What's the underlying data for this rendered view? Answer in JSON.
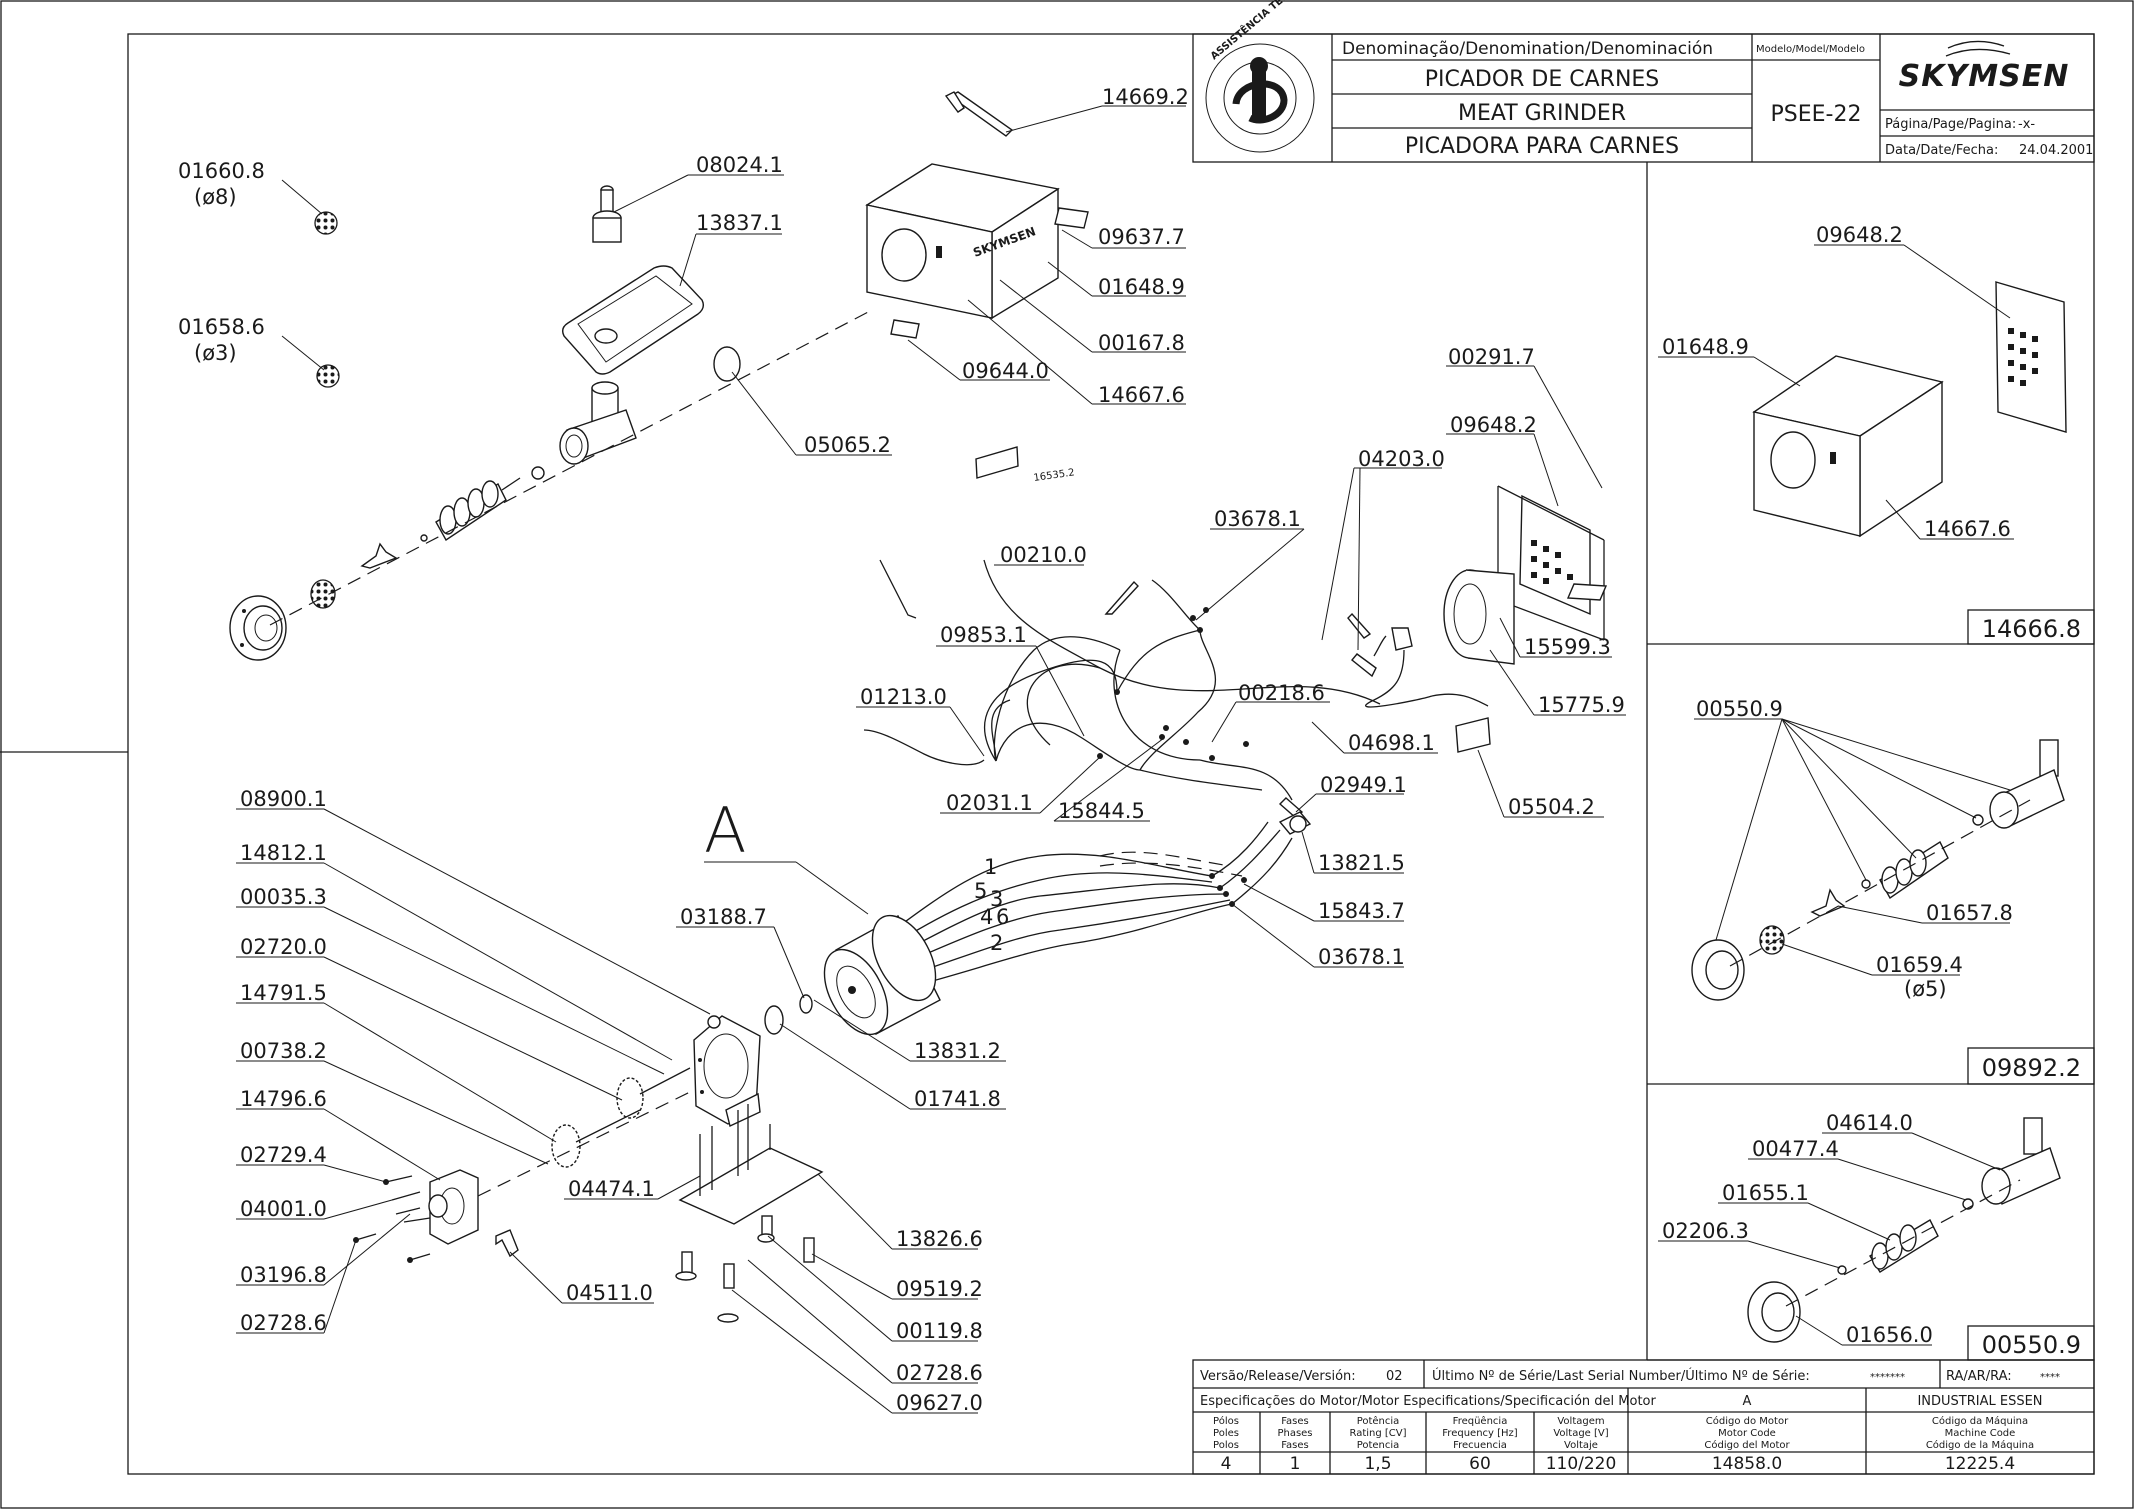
{
  "title_block": {
    "denomination_header": "Denominação/Denomination/Denominación",
    "model_header": "Modelo/Model/Modelo",
    "name_pt": "PICADOR DE CARNES",
    "name_en": "MEAT GRINDER",
    "name_es": "PICADORA PARA CARNES",
    "model": "PSEE-22",
    "brand": "SKYMSEN",
    "page_label": "Página/Page/Pagina:",
    "page_value": "-x-",
    "date_label": "Data/Date/Fecha:",
    "date_value": "24.04.2001",
    "seal_text": "ASSISTÊNCIA TÉCNICA AUTORIZADA"
  },
  "main_labels": [
    "14669.2",
    "01660.8",
    "(ø8)",
    "08024.1",
    "13837.1",
    "09637.7",
    "01648.9",
    "00167.8",
    "09644.0",
    "14667.6",
    "01658.6",
    "(ø3)",
    "05065.2",
    "16535.2",
    "00291.7",
    "09648.2",
    "04203.0",
    "03678.1",
    "00210.0",
    "09853.1",
    "15599.3",
    "01213.0",
    "00218.6",
    "15775.9",
    "04698.1",
    "02031.1",
    "15844.5",
    "02949.1",
    "05504.2",
    "13821.5",
    "A",
    "03188.7",
    "15843.7",
    "03678.1",
    "08900.1",
    "14812.1",
    "00035.3",
    "02720.0",
    "14791.5",
    "00738.2",
    "14796.6",
    "02729.4",
    "04001.0",
    "03196.8",
    "02728.6",
    "13831.2",
    "01741.8",
    "04474.1",
    "13826.6",
    "04511.0",
    "09519.2",
    "00119.8",
    "02728.6",
    "09627.0"
  ],
  "wire_numbers": [
    "1",
    "5",
    "3",
    "4",
    "6",
    "2"
  ],
  "insets": [
    {
      "code": "14666.8",
      "labels": [
        "09648.2",
        "01648.9",
        "14667.6"
      ]
    },
    {
      "code": "09892.2",
      "labels": [
        "00550.9",
        "01657.8",
        "01659.4",
        "(ø5)"
      ]
    },
    {
      "code": "00550.9",
      "labels": [
        "04614.0",
        "00477.4",
        "01655.1",
        "02206.3",
        "01656.0"
      ]
    }
  ],
  "footer": {
    "release_label": "Versão/Release/Versión:",
    "release_value": "02",
    "serial_label": "Último Nº de Série/Last Serial Number/Último Nº de Série:",
    "serial_value": "*******",
    "ra_label": "RA/AR/RA:",
    "ra_value": "****",
    "motor_spec_label": "Especificações do Motor/Motor Especifications/Specificación del Motor",
    "motor_letter": "A",
    "motor_maker": "INDUSTRIAL ESSEN",
    "columns": [
      [
        "Pólos",
        "Poles",
        "Polos"
      ],
      [
        "Fases",
        "Phases",
        "Fases"
      ],
      [
        "Potência",
        "Rating [CV]",
        "Potencia"
      ],
      [
        "Freqüência",
        "Frequency [Hz]",
        "Frecuencia"
      ],
      [
        "Voltagem",
        "Voltage [V]",
        "Voltaje"
      ],
      [
        "Código do Motor",
        "Motor Code",
        "Código del Motor"
      ],
      [
        "Código da Máquina",
        "Machine Code",
        "Código de la Máquina"
      ]
    ],
    "values": [
      "4",
      "1",
      "1,5",
      "60",
      "110/220",
      "14858.0",
      "12225.4"
    ]
  }
}
